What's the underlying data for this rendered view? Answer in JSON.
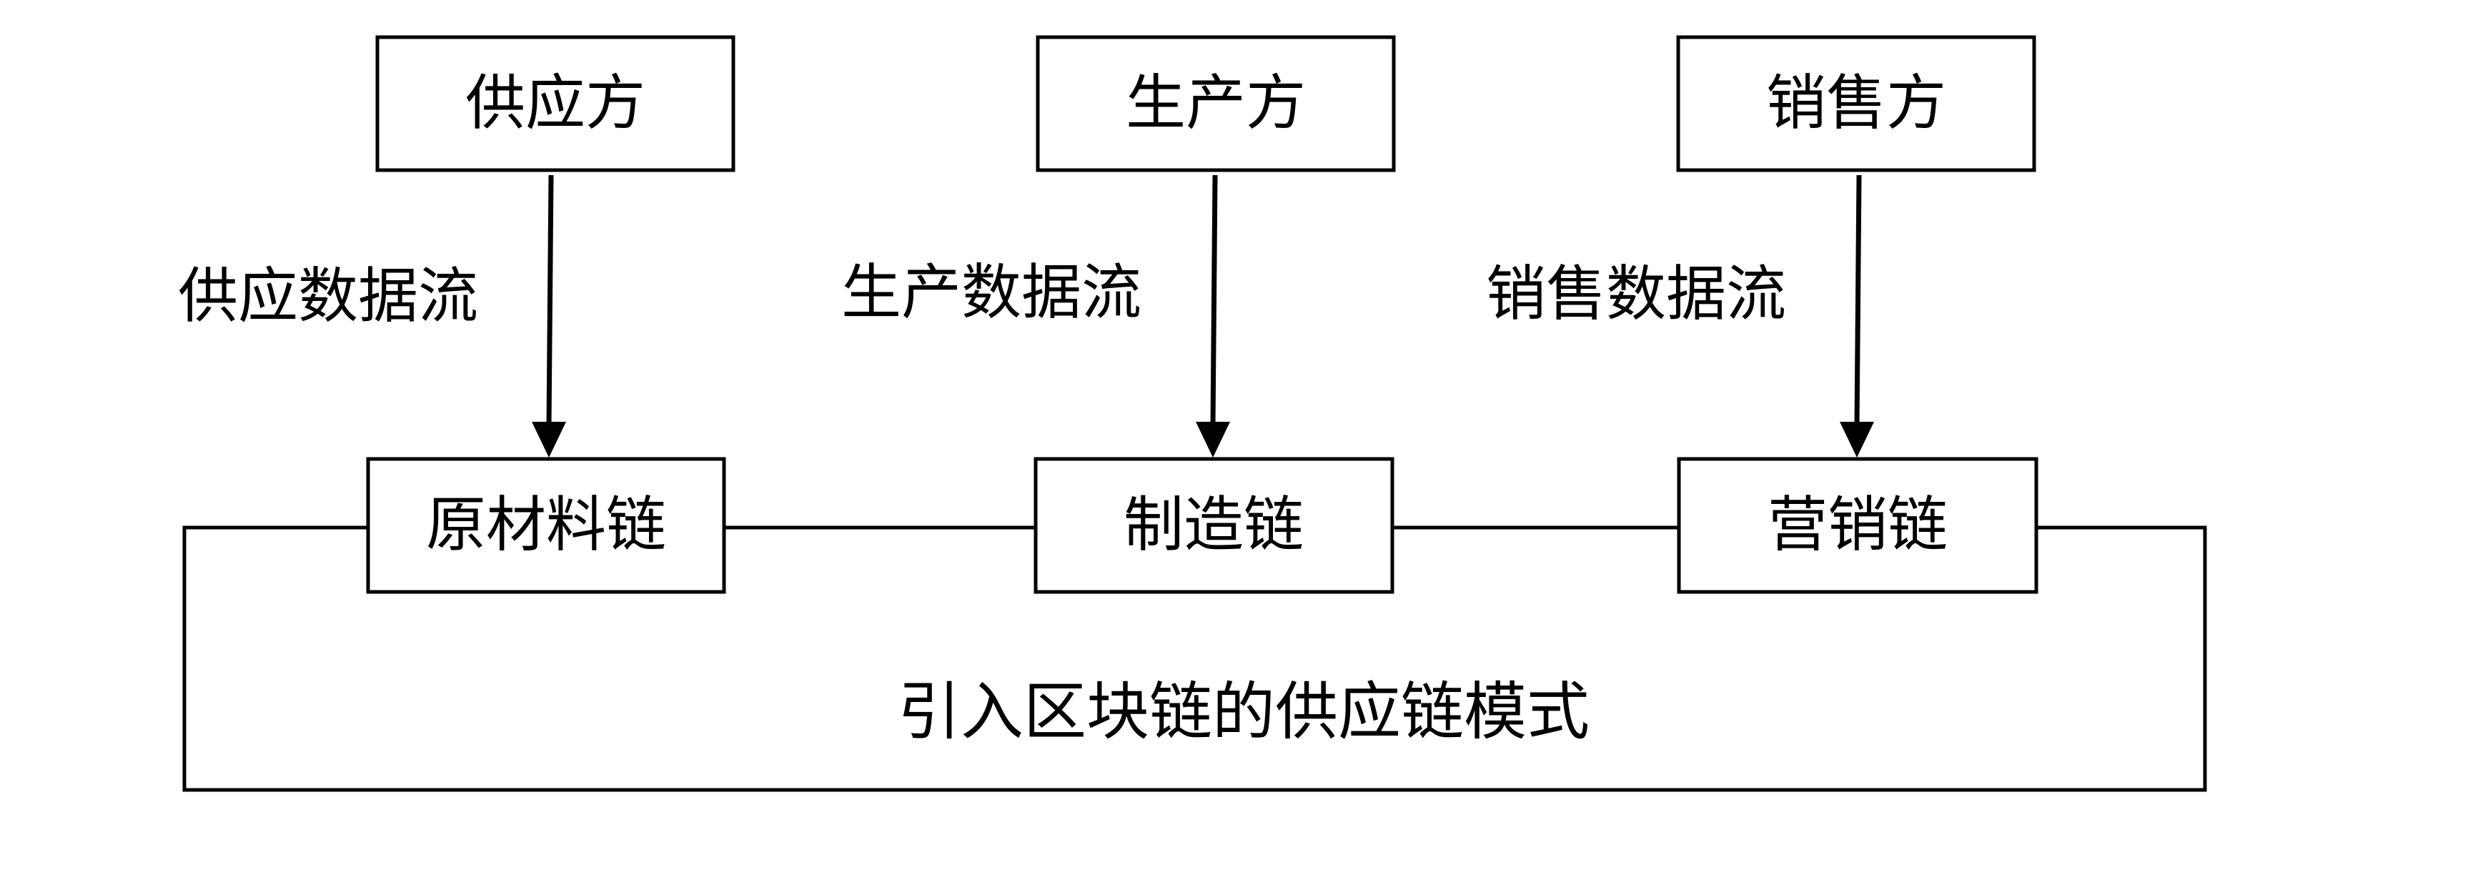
{
  "nodes": {
    "supplier": "供应方",
    "producer": "生产方",
    "seller": "销售方",
    "raw_material_chain": "原材料链",
    "manufacturing_chain": "制造链",
    "marketing_chain": "营销链"
  },
  "flows": {
    "supply": "供应数据流",
    "production": "生产数据流",
    "sales": "销售数据流"
  },
  "caption": "引入区块链的供应链模式"
}
